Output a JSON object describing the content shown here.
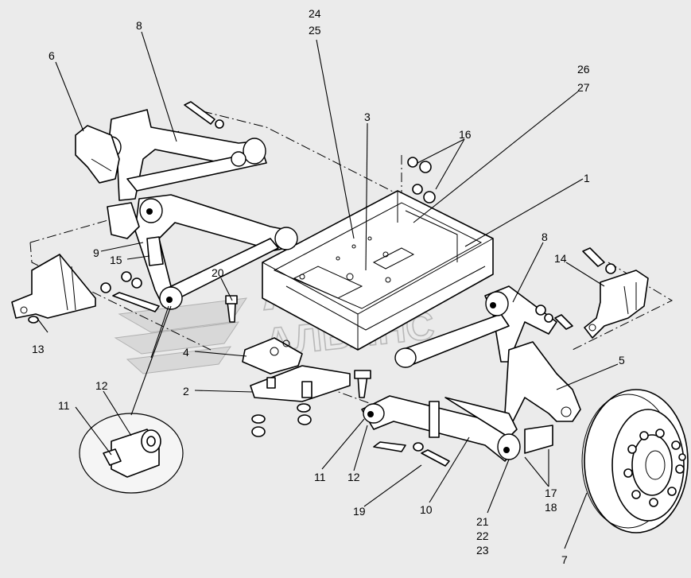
{
  "callouts": {
    "c1": "1",
    "c2": "2",
    "c3": "3",
    "c4": "4",
    "c5": "5",
    "c6": "6",
    "c7": "7",
    "c8a": "8",
    "c8b": "8",
    "c9": "9",
    "c10": "10",
    "c11a": "11",
    "c11b": "11",
    "c12a": "12",
    "c12b": "12",
    "c13": "13",
    "c14": "14",
    "c15": "15",
    "c16": "16",
    "c17": "17",
    "c18": "18",
    "c19": "19",
    "c20": "20",
    "c21": "21",
    "c22": "22",
    "c23": "23",
    "c24": "24",
    "c25": "25",
    "c26": "26",
    "c27": "27"
  },
  "watermark": {
    "line1": "АВТО",
    "line2": "АЛЬЯНС"
  },
  "colors": {
    "background": "#ebebeb",
    "line": "#000000",
    "part_fill": "#ffffff",
    "watermark": "#b8b8b8"
  }
}
